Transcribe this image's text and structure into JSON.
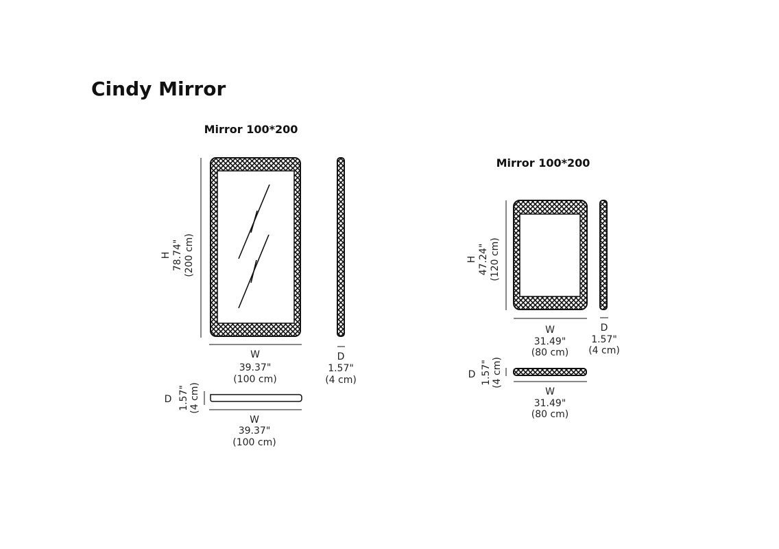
{
  "title": "Cindy Mirror",
  "left": {
    "heading": "Mirror 100*200",
    "height": {
      "label": "H",
      "inch": "78.74\"",
      "cm": "(200 cm)"
    },
    "width": {
      "label": "W",
      "inch": "39.37\"",
      "cm": "(100 cm)"
    },
    "depth": {
      "label": "D",
      "inch": "1.57\"",
      "cm": "(4 cm)"
    },
    "top_depth": {
      "label": "D",
      "inch": "1.57\"",
      "cm": "(4 cm)"
    },
    "top_width": {
      "label": "W",
      "inch": "39.37\"",
      "cm": "(100 cm)"
    }
  },
  "right": {
    "heading": "Mirror 100*200",
    "height": {
      "label": "H",
      "inch": "47.24\"",
      "cm": "(120 cm)"
    },
    "width": {
      "label": "W",
      "inch": "31.49\"",
      "cm": "(80 cm)"
    },
    "depth": {
      "label": "D",
      "inch": "1.57\"",
      "cm": "(4 cm)"
    },
    "top_depth": {
      "label": "D",
      "inch": "1.57\"",
      "cm": "(4 cm)"
    },
    "top_width": {
      "label": "W",
      "inch": "31.49\"",
      "cm": "(80 cm)"
    }
  }
}
